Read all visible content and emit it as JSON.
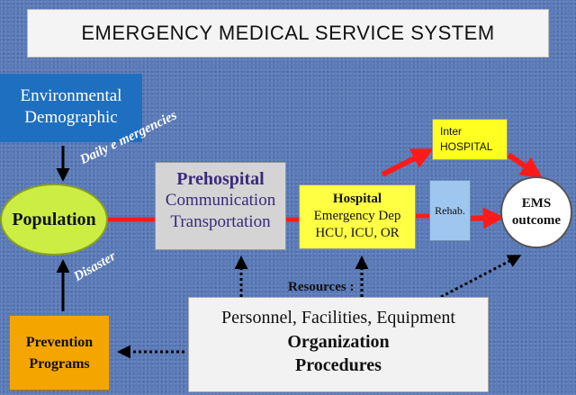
{
  "title": "EMERGENCY MEDICAL SERVICE SYSTEM",
  "environment": {
    "line1": "Environmental",
    "line2": "Demographic"
  },
  "population": "Population",
  "daily_label": "Daily  e mergencies",
  "disaster_label": "Disaster",
  "prehospital": {
    "title": "Prehospital",
    "line1": "Communication",
    "line2": "Transportation"
  },
  "hospital": {
    "title": "Hospital",
    "line1": "Emergency Dep",
    "line2": "HCU, ICU, OR"
  },
  "rehab": "Rehab.",
  "inter_hospital": {
    "line1": "Inter",
    "line2": "HOSPITAL"
  },
  "ems_outcome": {
    "line1": "EMS",
    "line2": "outcome"
  },
  "resources": {
    "label": "Resources :",
    "line1": "Personnel, Facilities, Equipment",
    "line2": "Organization",
    "line3": "Procedures"
  },
  "prevention": {
    "line1": "Prevention",
    "line2": "Programs"
  },
  "colors": {
    "background": "#5a7ab8",
    "environment": "#1f6fc0",
    "population": "#ccee44",
    "hospital": "#ffff44",
    "rehab": "#9ec6ee",
    "prevention": "#f5a500",
    "flow_arrow": "#ff1a1a"
  }
}
